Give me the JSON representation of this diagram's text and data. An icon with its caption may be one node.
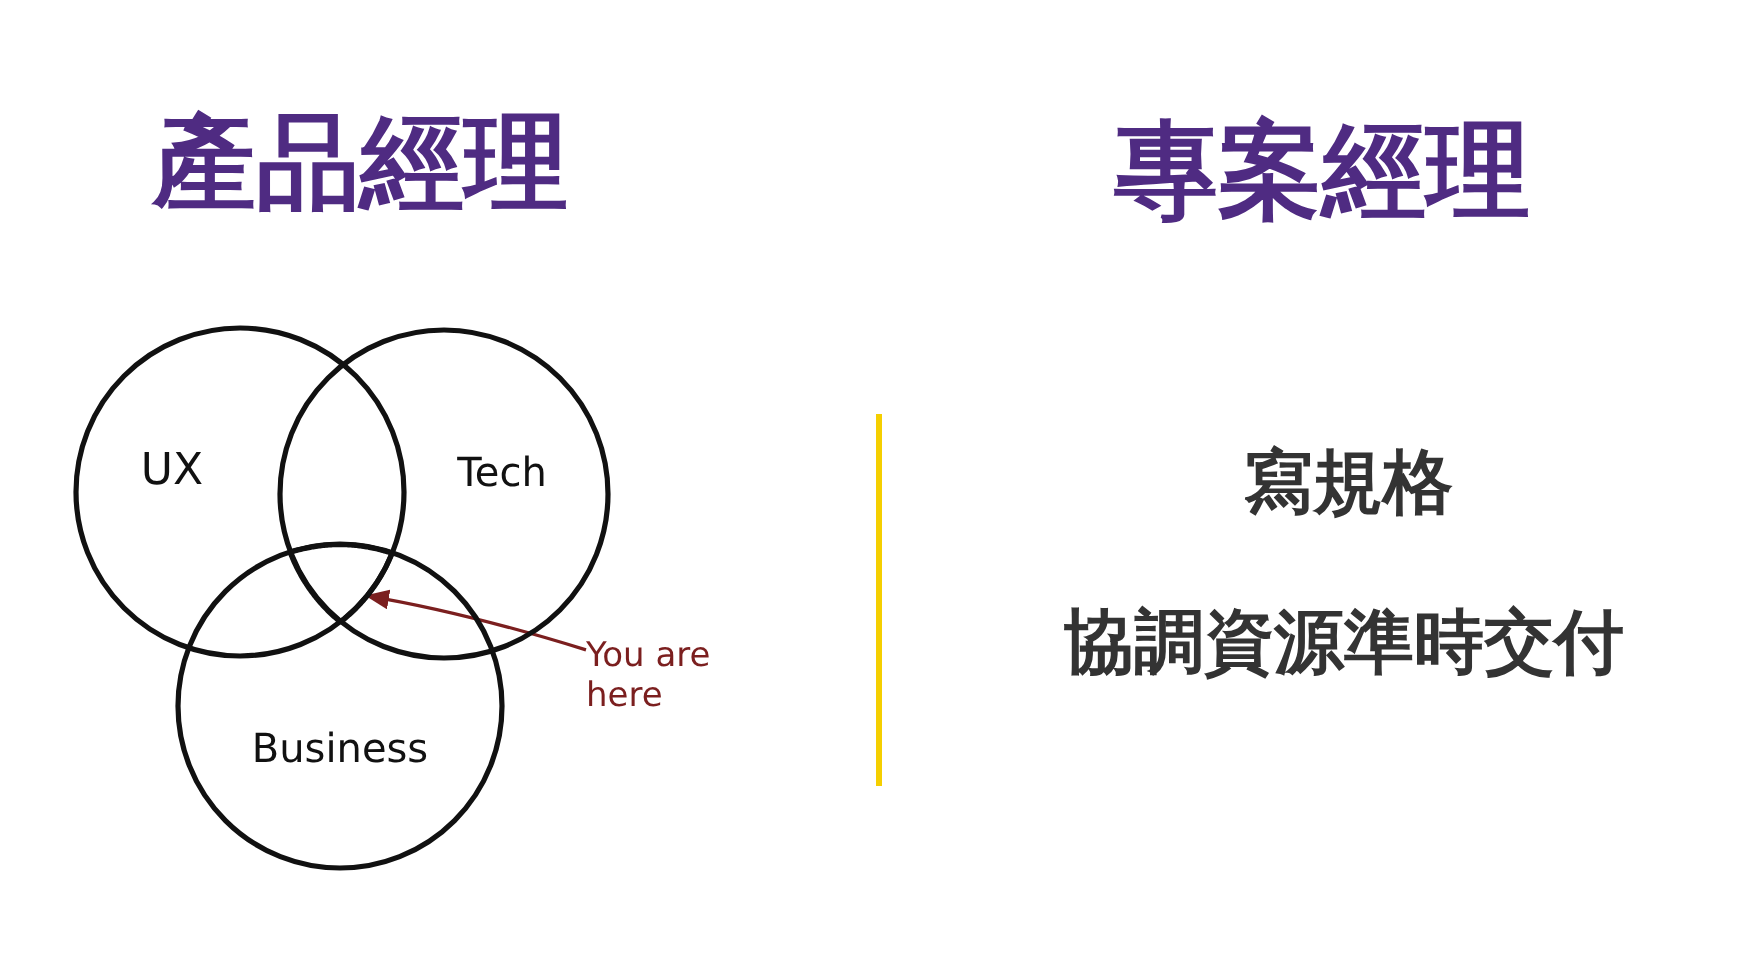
{
  "diagram": {
    "nodes": [
      {
        "text": [
          "UX"
        ]
      },
      {
        "text": [
          "Tech"
        ]
      },
      {
        "text": [
          "Business"
        ]
      },
      {
        "text": [
          "You are here"
        ]
      },
      {
        "text": [],
        "shape": "region"
      }
    ],
    "edges": [
      {
        "from": 3,
        "to": 4,
        "arrow": "to",
        "color": "#7b1f1f"
      }
    ],
    "labels": [
      "產品經理",
      "專案經理",
      "寫規格",
      "協調資源準時交付"
    ]
  }
}
